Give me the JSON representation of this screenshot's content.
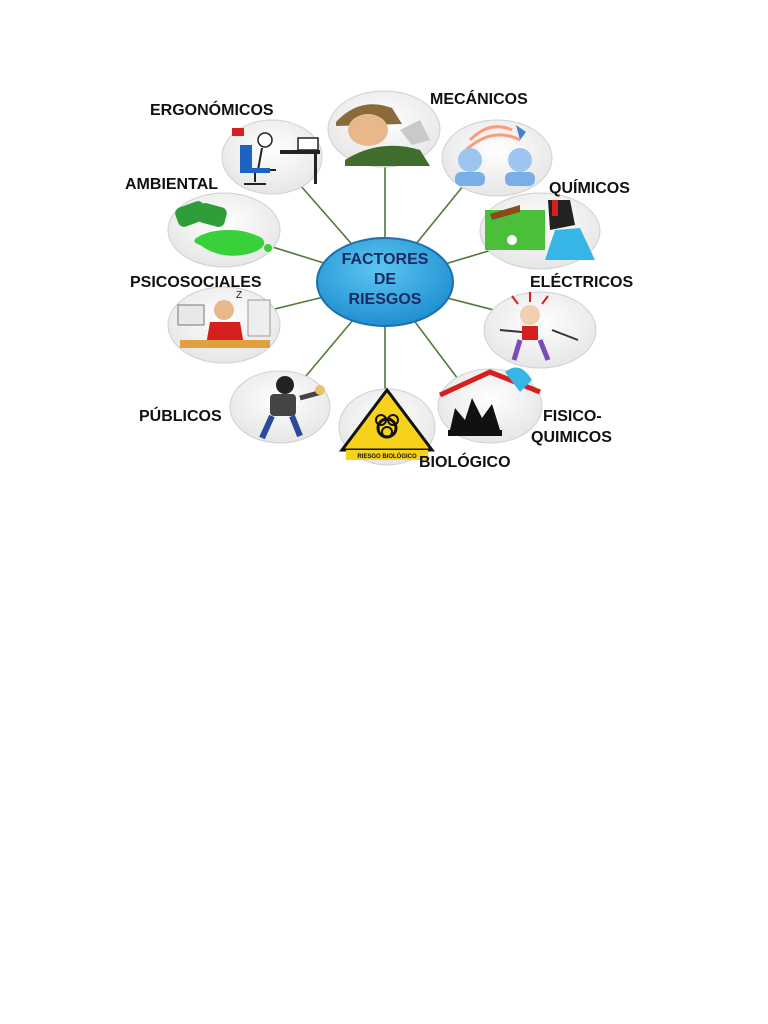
{
  "center": {
    "line1": "FACTORES",
    "line2": "DE",
    "line3": "RIESGOS"
  },
  "nodes": [
    {
      "id": "ergonomicos",
      "label": "ERGONÓMICOS",
      "icon": "office-desk-ergonomics-icon"
    },
    {
      "id": "mecanicos",
      "label": "MECÁNICOS",
      "icon": "worker-injury-icon"
    },
    {
      "id": "quimicos_img",
      "label": "",
      "icon": "chemical-waves-icon"
    },
    {
      "id": "quimicos",
      "label": "QUÍMICOS",
      "icon": "chemical-pouring-icon"
    },
    {
      "id": "electricos",
      "label": "ELÉCTRICOS",
      "icon": "electric-shock-icon"
    },
    {
      "id": "fisico_quimicos",
      "label_line1": "FISICO-",
      "label_line2": "QUIMICOS",
      "icon": "flammable-fire-icon"
    },
    {
      "id": "biologico",
      "label": "BIOLÓGICO",
      "sign_text": "RIESGO BIOLÓGICO",
      "icon": "biohazard-icon"
    },
    {
      "id": "publicos",
      "label": "PÚBLICOS",
      "icon": "thief-icon"
    },
    {
      "id": "psicosociales",
      "label": "PSICOSOCIALES",
      "icon": "stressed-worker-icon"
    },
    {
      "id": "ambiental",
      "label": "AMBIENTAL",
      "icon": "toxic-spill-barrel-icon"
    }
  ],
  "colors": {
    "center_fill": "#2ea6e0",
    "center_stroke": "#1d6fb0",
    "connector": "#4f7a3a",
    "circle_bg": "#f2f2f2",
    "spill_green": "#39d13a",
    "hazard_yellow": "#f6d21a"
  }
}
